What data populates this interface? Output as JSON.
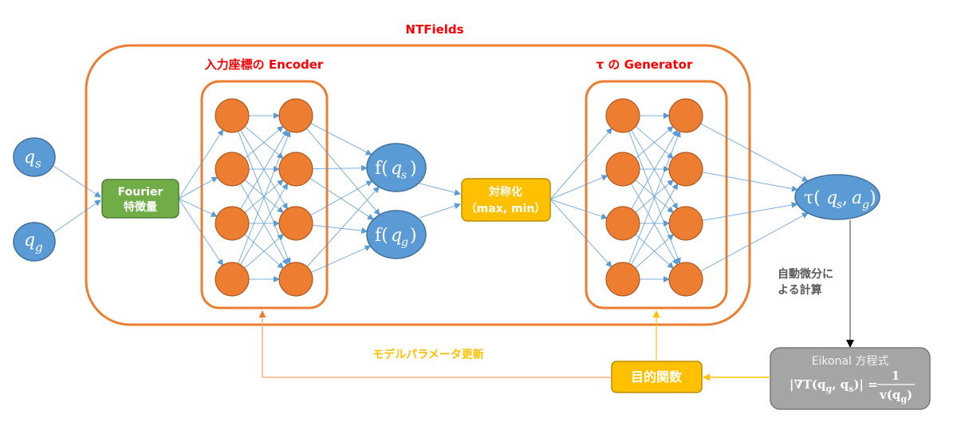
{
  "title": "NTFields",
  "encoder": {
    "label": "入力座標の Encoder",
    "layers": 2,
    "nodes_per_layer": 4
  },
  "generator": {
    "label": "τ の Generator",
    "layers": 2,
    "nodes_per_layer": 4
  },
  "inputs": [
    {
      "id": "qs",
      "base": "q",
      "sub": "s"
    },
    {
      "id": "qg",
      "base": "q",
      "sub": "g"
    }
  ],
  "fourier": {
    "line1": "Fourier",
    "line2": "特徴量"
  },
  "encoded": [
    {
      "id": "fqs",
      "fn": "f(",
      "base": "q",
      "sub": "s",
      "close": ")"
    },
    {
      "id": "fqg",
      "fn": "f(",
      "base": "q",
      "sub": "g",
      "close": ")"
    }
  ],
  "symmetrize": {
    "line1": "対称化",
    "line2": "（max, min）"
  },
  "output": {
    "fn": "τ(",
    "a": "q",
    "a_sub": "s",
    "sep": ", ",
    "b": "a",
    "b_sub": "g",
    "close": ")"
  },
  "autodiff": {
    "line1": "自動微分に",
    "line2": "よる計算"
  },
  "eikonal": {
    "title": "Eikonal 方程式",
    "lhs": "|∇T(q",
    "lhs_sub1": "g",
    "lhs_mid": ", q",
    "lhs_sub2": "s",
    "lhs_end": ")| =",
    "numerator": "1",
    "denominator": "v(q",
    "denominator_sub": "g",
    "denominator_end": ")"
  },
  "objective": {
    "label": "目的関数"
  },
  "update": {
    "label": "モデルパラメータ更新"
  },
  "colors": {
    "orange": "#ed7d31",
    "blue": "#5b9bd5",
    "green": "#70ad47",
    "gold": "#ffc000",
    "gray": "#a5a5a5",
    "red": "#ff0000",
    "edge": "#9dc3e6"
  }
}
